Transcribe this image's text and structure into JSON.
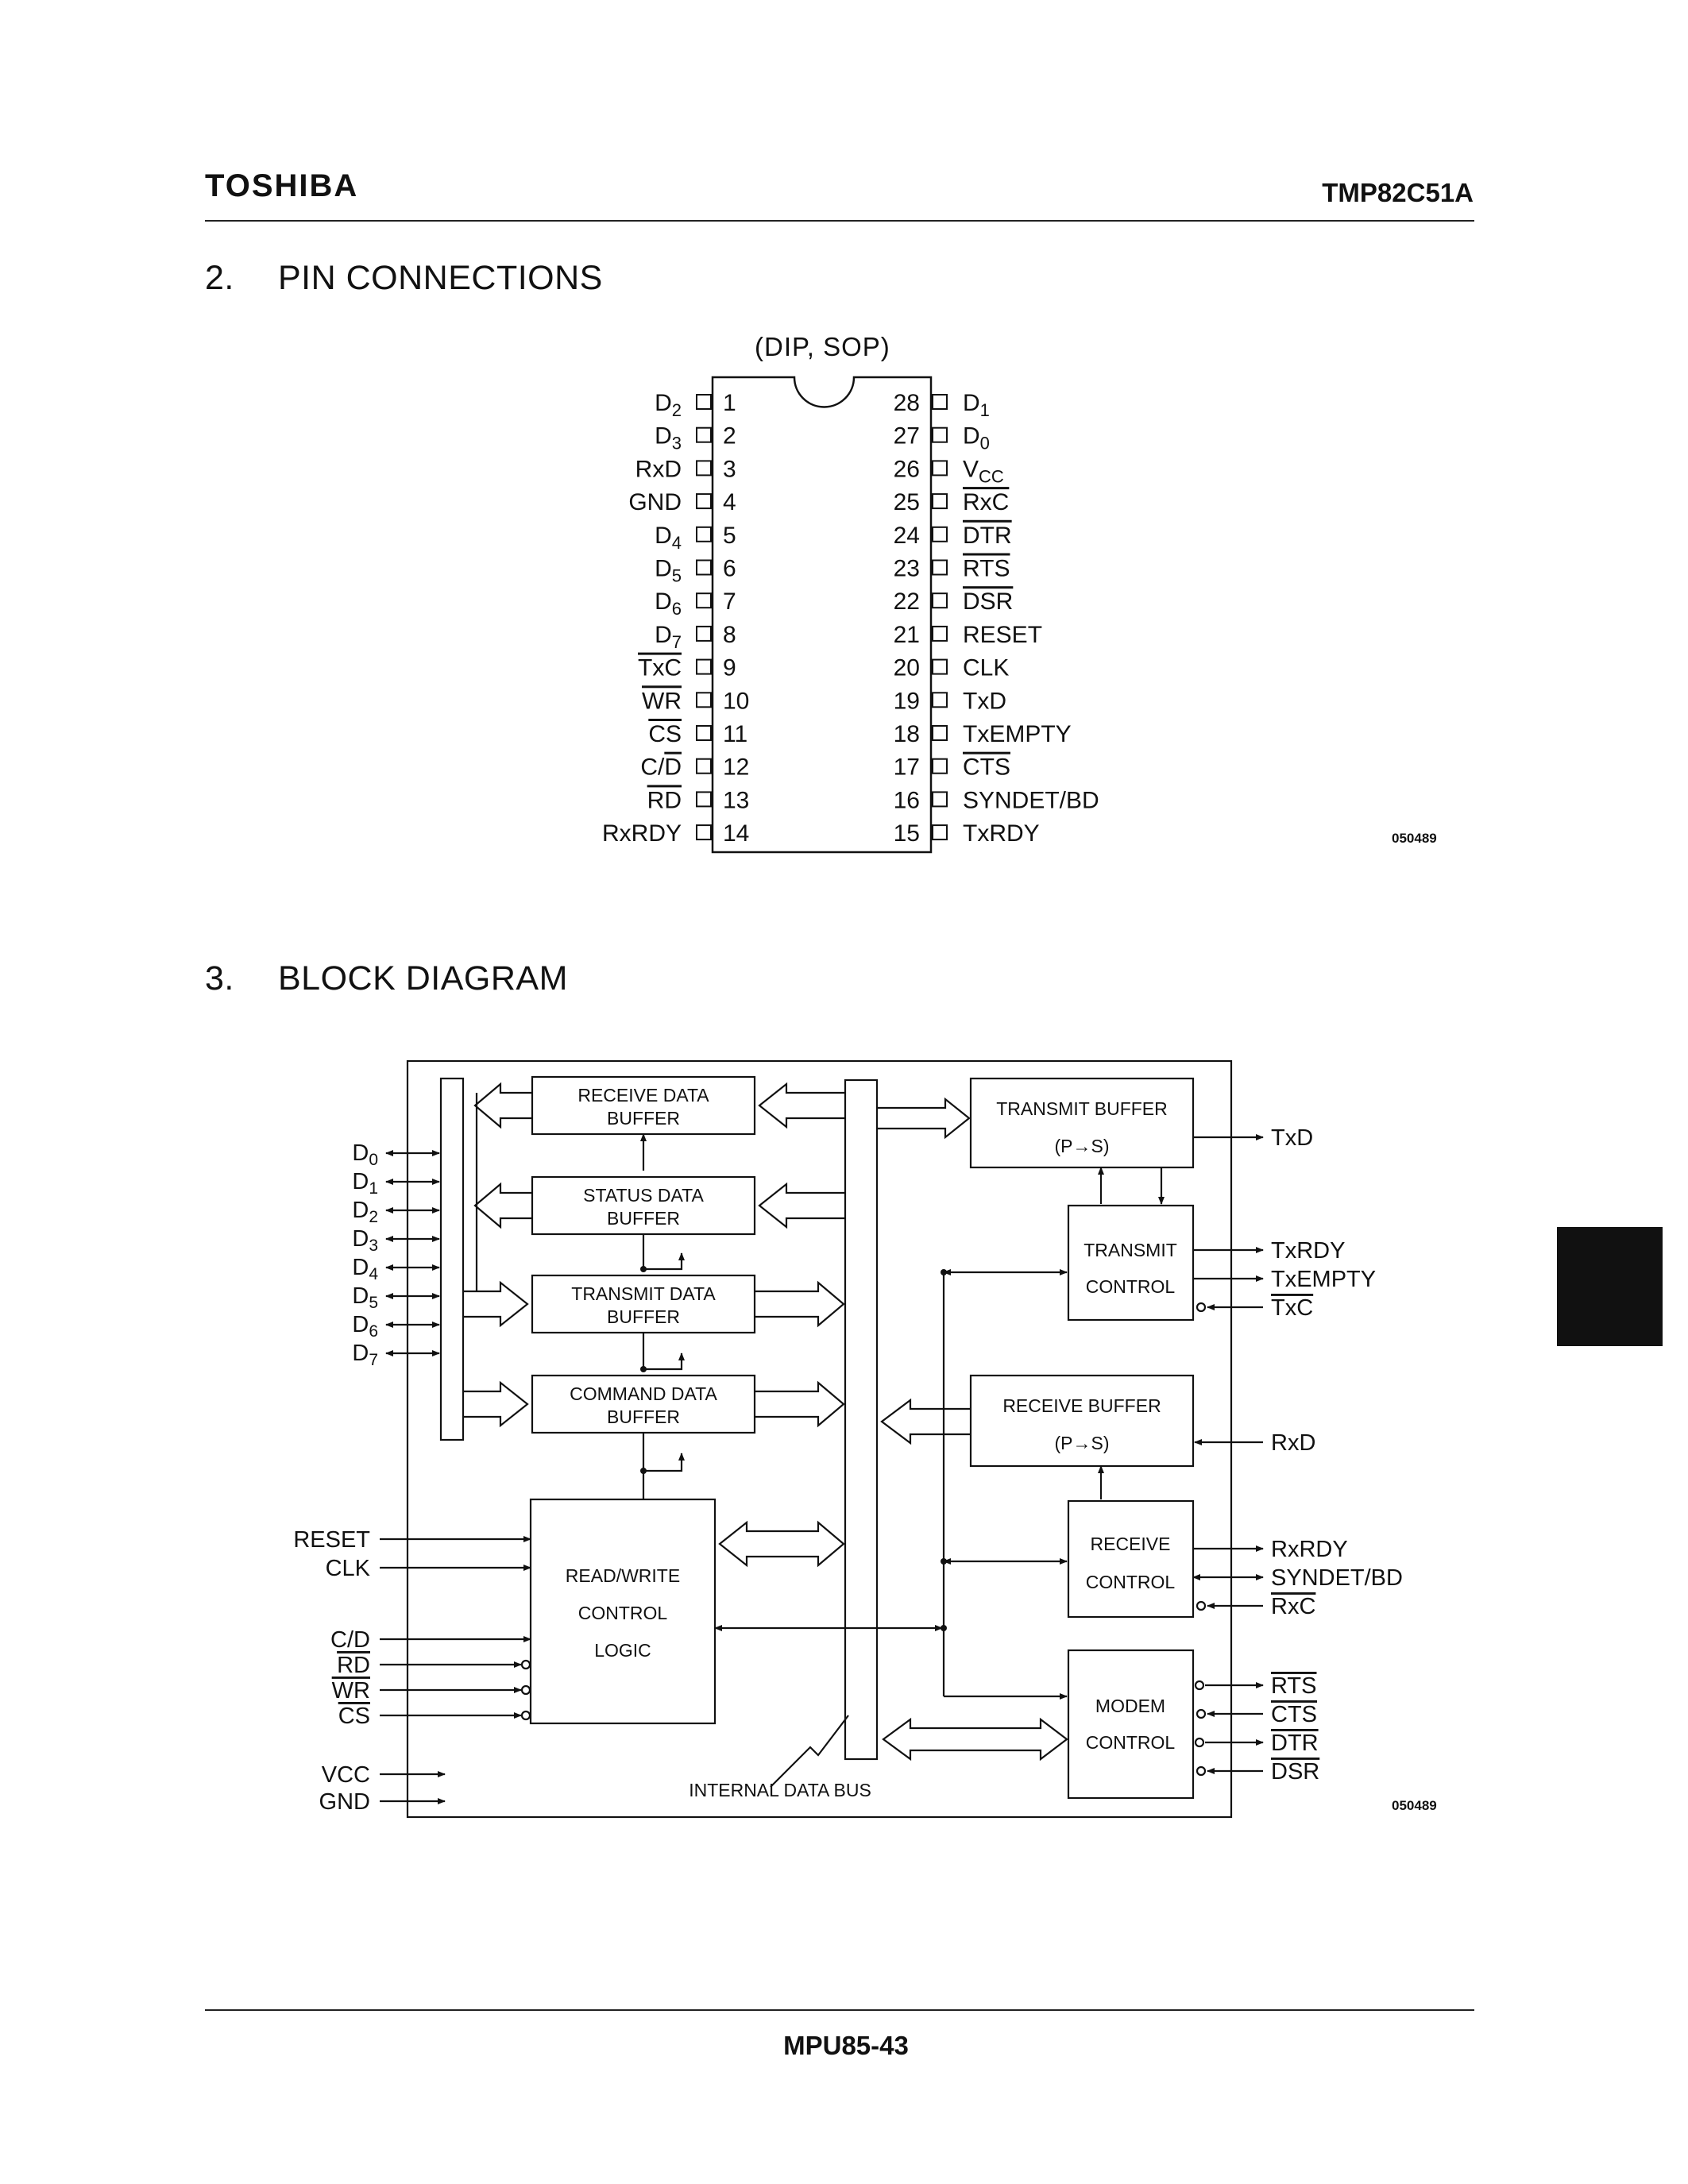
{
  "header": {
    "brand": "TOSHIBA",
    "part_number": "TMP82C51A"
  },
  "sections": {
    "pin_connections": {
      "number": "2.",
      "title": "PIN CONNECTIONS"
    },
    "block_diagram": {
      "number": "3.",
      "title": "BLOCK DIAGRAM"
    }
  },
  "pin_diagram": {
    "package": "(DIP, SOP)",
    "code": "050489",
    "left_pins": [
      {
        "num": "1",
        "name": "D2"
      },
      {
        "num": "2",
        "name": "D3"
      },
      {
        "num": "3",
        "name": "RxD"
      },
      {
        "num": "4",
        "name": "GND"
      },
      {
        "num": "5",
        "name": "D4"
      },
      {
        "num": "6",
        "name": "D5"
      },
      {
        "num": "7",
        "name": "D6"
      },
      {
        "num": "8",
        "name": "D7"
      },
      {
        "num": "9",
        "name": "TxC"
      },
      {
        "num": "10",
        "name": "WR"
      },
      {
        "num": "11",
        "name": "CS"
      },
      {
        "num": "12",
        "name": "C/D"
      },
      {
        "num": "13",
        "name": "RD"
      },
      {
        "num": "14",
        "name": "RxRDY"
      }
    ],
    "right_pins": [
      {
        "num": "28",
        "name": "D1"
      },
      {
        "num": "27",
        "name": "D0"
      },
      {
        "num": "26",
        "name": "VCC"
      },
      {
        "num": "25",
        "name": "RxC"
      },
      {
        "num": "24",
        "name": "DTR"
      },
      {
        "num": "23",
        "name": "RTS"
      },
      {
        "num": "22",
        "name": "DSR"
      },
      {
        "num": "21",
        "name": "RESET"
      },
      {
        "num": "20",
        "name": "CLK"
      },
      {
        "num": "19",
        "name": "TxD"
      },
      {
        "num": "18",
        "name": "TxEMPTY"
      },
      {
        "num": "17",
        "name": "CTS"
      },
      {
        "num": "16",
        "name": "SYNDET/BD"
      },
      {
        "num": "15",
        "name": "TxRDY"
      }
    ]
  },
  "block_diagram": {
    "code": "050489",
    "blocks": {
      "receive_data_buffer": [
        "RECEIVE DATA",
        "BUFFER"
      ],
      "status_data_buffer": [
        "STATUS DATA",
        "BUFFER"
      ],
      "transmit_data_buffer": [
        "TRANSMIT DATA",
        "BUFFER"
      ],
      "command_data_buffer": [
        "COMMAND DATA",
        "BUFFER"
      ],
      "read_write_control_logic": [
        "READ/WRITE",
        "CONTROL",
        "LOGIC"
      ],
      "transmit_buffer": [
        "TRANSMIT BUFFER",
        "(P→S)"
      ],
      "transmit_control": [
        "TRANSMIT",
        "CONTROL"
      ],
      "receive_buffer": [
        "RECEIVE BUFFER",
        "(P→S)"
      ],
      "receive_control": [
        "RECEIVE",
        "CONTROL"
      ],
      "modem_control": [
        "MODEM",
        "CONTROL"
      ]
    },
    "internal_bus_label": "INTERNAL DATA BUS",
    "data_bus_signals": [
      "D0",
      "D1",
      "D2",
      "D3",
      "D4",
      "D5",
      "D6",
      "D7"
    ],
    "control_inputs": [
      "RESET",
      "CLK",
      "C/D",
      "RD",
      "WR",
      "CS"
    ],
    "power": [
      "VCC",
      "GND"
    ],
    "transmit_signals": [
      "TxD",
      "TxRDY",
      "TxEMPTY",
      "TxC"
    ],
    "receive_signals": [
      "RxD",
      "RxRDY",
      "SYNDET/BD",
      "RxC"
    ],
    "modem_signals": [
      "RTS",
      "CTS",
      "DTR",
      "DSR"
    ]
  },
  "footer": {
    "page": "MPU85-43"
  }
}
